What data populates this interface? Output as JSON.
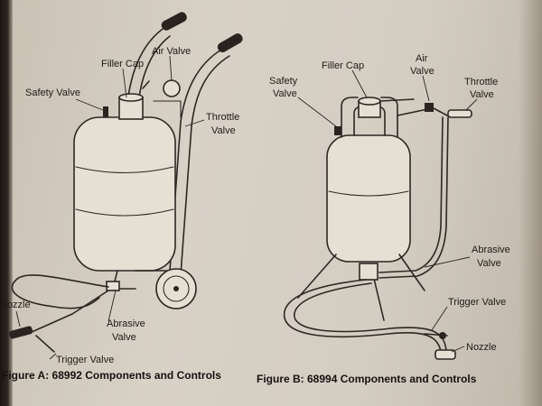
{
  "figures": [
    {
      "caption": "Figure A:  68992 Components and Controls",
      "callouts": {
        "filler_cap": "Filler Cap",
        "air_valve": "Air Valve",
        "safety_valve": "Safety Valve",
        "throttle_valve": [
          "Throttle",
          "Valve"
        ],
        "nozzle": "Nozzle",
        "abrasive_valve": [
          "Abrasive",
          "Valve"
        ],
        "trigger_valve": "Trigger Valve"
      }
    },
    {
      "caption": "Figure B:  68994 Components and Controls",
      "callouts": {
        "filler_cap": "Filler Cap",
        "air_valve": [
          "Air",
          "Valve"
        ],
        "safety_valve": [
          "Safety",
          "Valve"
        ],
        "throttle_valve": [
          "Throttle",
          "Valve"
        ],
        "abrasive_valve": [
          "Abrasive",
          "Valve"
        ],
        "trigger_valve": "Trigger Valve",
        "nozzle": "Nozzle"
      }
    }
  ],
  "colors": {
    "paper": "#d6cfc4",
    "ink": "#2d2723",
    "tank_fill": "#e6dfd4"
  }
}
